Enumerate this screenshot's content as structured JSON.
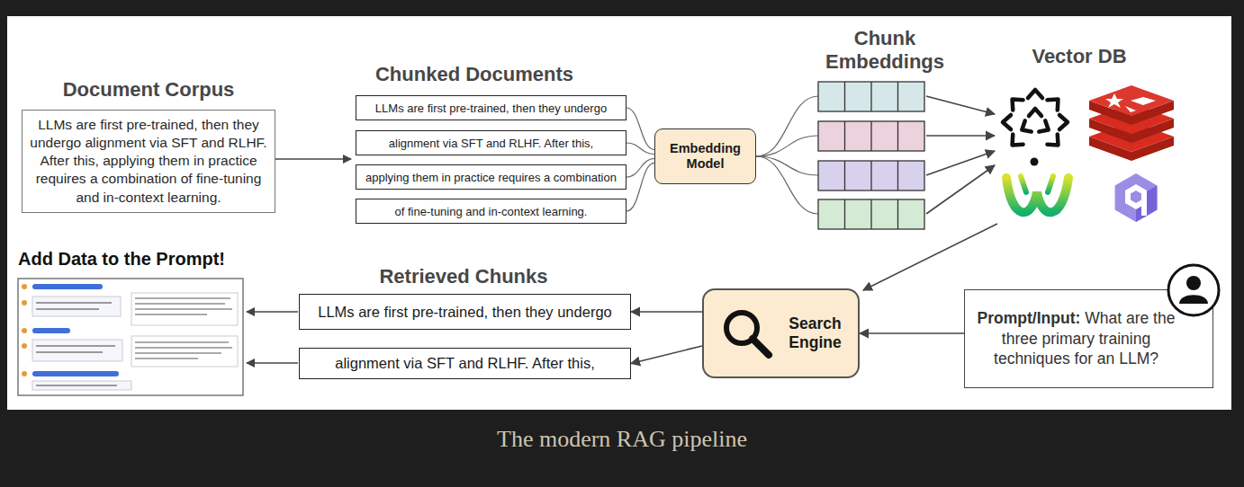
{
  "diagram": {
    "caption": "The modern RAG pipeline",
    "nodes": [
      {
        "text": [
          "Document Corpus",
          "LLMs are first pre-trained, then they undergo alignment via SFT and RLHF. After this, applying them in practice requires a combination of fine-tuning and in-context learning."
        ]
      },
      {
        "text": [
          "LLMs are first pre-trained, then they undergo"
        ]
      },
      {
        "text": [
          "alignment via SFT and RLHF. After this,"
        ]
      },
      {
        "text": [
          "applying them in practice requires a combination"
        ]
      },
      {
        "text": [
          "of fine-tuning and in-context learning."
        ]
      },
      {
        "text": [
          "Embedding Model"
        ]
      },
      {
        "text": [
          "Search Engine"
        ]
      },
      {
        "text": [
          "Prompt/Input:",
          "What are the three primary training techniques for an LLM?"
        ]
      },
      {
        "text": [
          "LLMs are first pre-trained, then they undergo"
        ]
      },
      {
        "text": [
          "alignment via SFT and RLHF. After this,"
        ]
      }
    ],
    "edges": [
      {
        "from": 1,
        "to": 5,
        "arrow": "none"
      },
      {
        "from": 2,
        "to": 5,
        "arrow": "none"
      },
      {
        "from": 3,
        "to": 5,
        "arrow": "none"
      },
      {
        "from": 4,
        "to": 5,
        "arrow": "none"
      },
      {
        "from": 7,
        "to": 6,
        "arrow": "to"
      },
      {
        "from": 6,
        "to": 8,
        "arrow": "to"
      },
      {
        "from": 6,
        "to": 9,
        "arrow": "to"
      }
    ],
    "labels": [
      "Chunked Documents",
      "Chunk Embeddings",
      "Vector DB",
      "Retrieved Chunks",
      "Add Data to the Prompt!"
    ]
  }
}
